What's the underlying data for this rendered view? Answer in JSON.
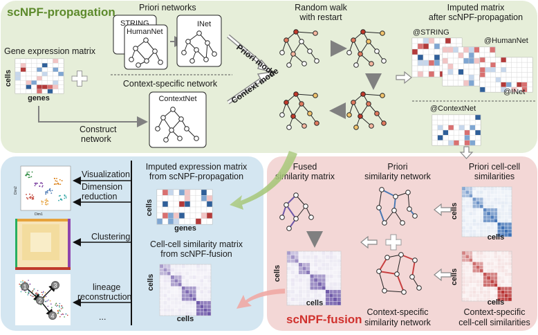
{
  "propagation": {
    "title": "scNPF-propagation",
    "gene_expression_matrix": "Gene expression matrix",
    "axis_cells": "cells",
    "axis_genes": "genes",
    "priori_networks": "Priori networks",
    "network_string": "STRING",
    "network_humannet": "HumanNet",
    "network_inet": "INet",
    "context_specific_network": "Context-specific network",
    "network_contextnet": "ContextNet",
    "construct_network": [
      "Construct",
      "network"
    ],
    "priori_mode": "Priori mode",
    "context_mode": "Context mode",
    "random_walk": [
      "Random walk",
      "with restart"
    ],
    "imputed_matrix": [
      "Imputed matrix",
      "after scNPF-propagation"
    ],
    "tag_string": "@STRING",
    "tag_humannet": "@HumanNet",
    "tag_inet": "@INet",
    "tag_contextnet": "@ContextNet"
  },
  "fusion": {
    "title": "scNPF-fusion",
    "fused": [
      "Fused",
      "similarity matrix"
    ],
    "priori_sim_net": [
      "Priori",
      "similarity network"
    ],
    "priori_cell_sim": [
      "Priori cell-cell",
      "similarities"
    ],
    "context_sim_net": [
      "Context-specific",
      "similarity network"
    ],
    "context_cell_sim": [
      "Context-specific",
      "cell-cell similarities"
    ],
    "axis_cells": "cells"
  },
  "applications": {
    "imputed_expr": [
      "Imputed expression matrix",
      "from scNPF-propagation"
    ],
    "cell_sim": [
      "Cell-cell similarity matrix",
      "from scNPF-fusion"
    ],
    "visualization": "Visualization",
    "dimension_reduction": [
      "Dimension",
      "reduction"
    ],
    "clustering": "Clustering",
    "lineage": [
      "lineage",
      "reconstruction"
    ],
    "more": "...",
    "axis_cells": "cells",
    "axis_genes": "genes",
    "tsne_x": "Dim1",
    "tsne_y": "Dim2",
    "lineage_nodes": [
      "1",
      "2",
      "3",
      "4"
    ]
  },
  "colors": {
    "green_panel": "#e6eed9",
    "red_panel": "#f3d7d6",
    "blue_panel": "#d4e6f1",
    "title_green": "#5d8a2c",
    "title_red": "#d0312d",
    "blue_mark": "#4a78b3",
    "red_mark": "#c84040",
    "purple_mark": "#6e58a8"
  }
}
